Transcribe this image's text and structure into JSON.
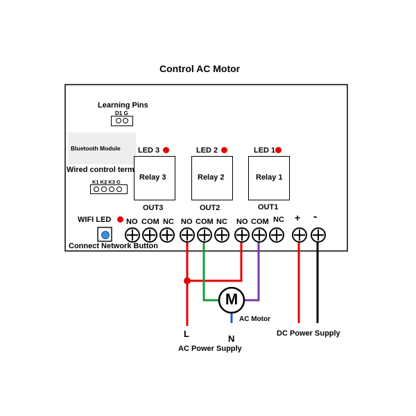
{
  "title": "Control AC Motor",
  "learning_pins": {
    "label": "Learning Pins",
    "pin_labels": "D1 G"
  },
  "bluetooth_module": "Bluetooth Module",
  "wired_control": {
    "label": "Wired control terminals",
    "pin_labels": "K1 K2 K3 G"
  },
  "relays": [
    {
      "led": "LED 3",
      "name": "Relay 3",
      "out": "OUT3"
    },
    {
      "led": "LED 2",
      "name": "Relay 2",
      "out": "OUT2"
    },
    {
      "led": "LED 1",
      "name": "Relay 1",
      "out": "OUT1"
    }
  ],
  "terminal_labels": {
    "out3": [
      "NO",
      "COM",
      "NC"
    ],
    "out2": [
      "NO",
      "COM",
      "NC"
    ],
    "out1": [
      "NO",
      "COM",
      "NC"
    ],
    "dc": [
      "+",
      "-"
    ]
  },
  "wifi_led": "WIFI LED",
  "connect_button": "Connect Network Button",
  "motor": {
    "symbol": "M",
    "label": "AC Motor"
  },
  "ac_supply": {
    "line": "L",
    "neutral": "N",
    "label": "AC Power Supply"
  },
  "dc_supply": "DC Power Supply",
  "colors": {
    "led": "#e60000",
    "live": "#e60000",
    "green": "#1a9a3a",
    "purple": "#7a3aa8",
    "neutral": "#1560c8",
    "dc_neg": "#000000",
    "button": "#3a8fd6"
  }
}
